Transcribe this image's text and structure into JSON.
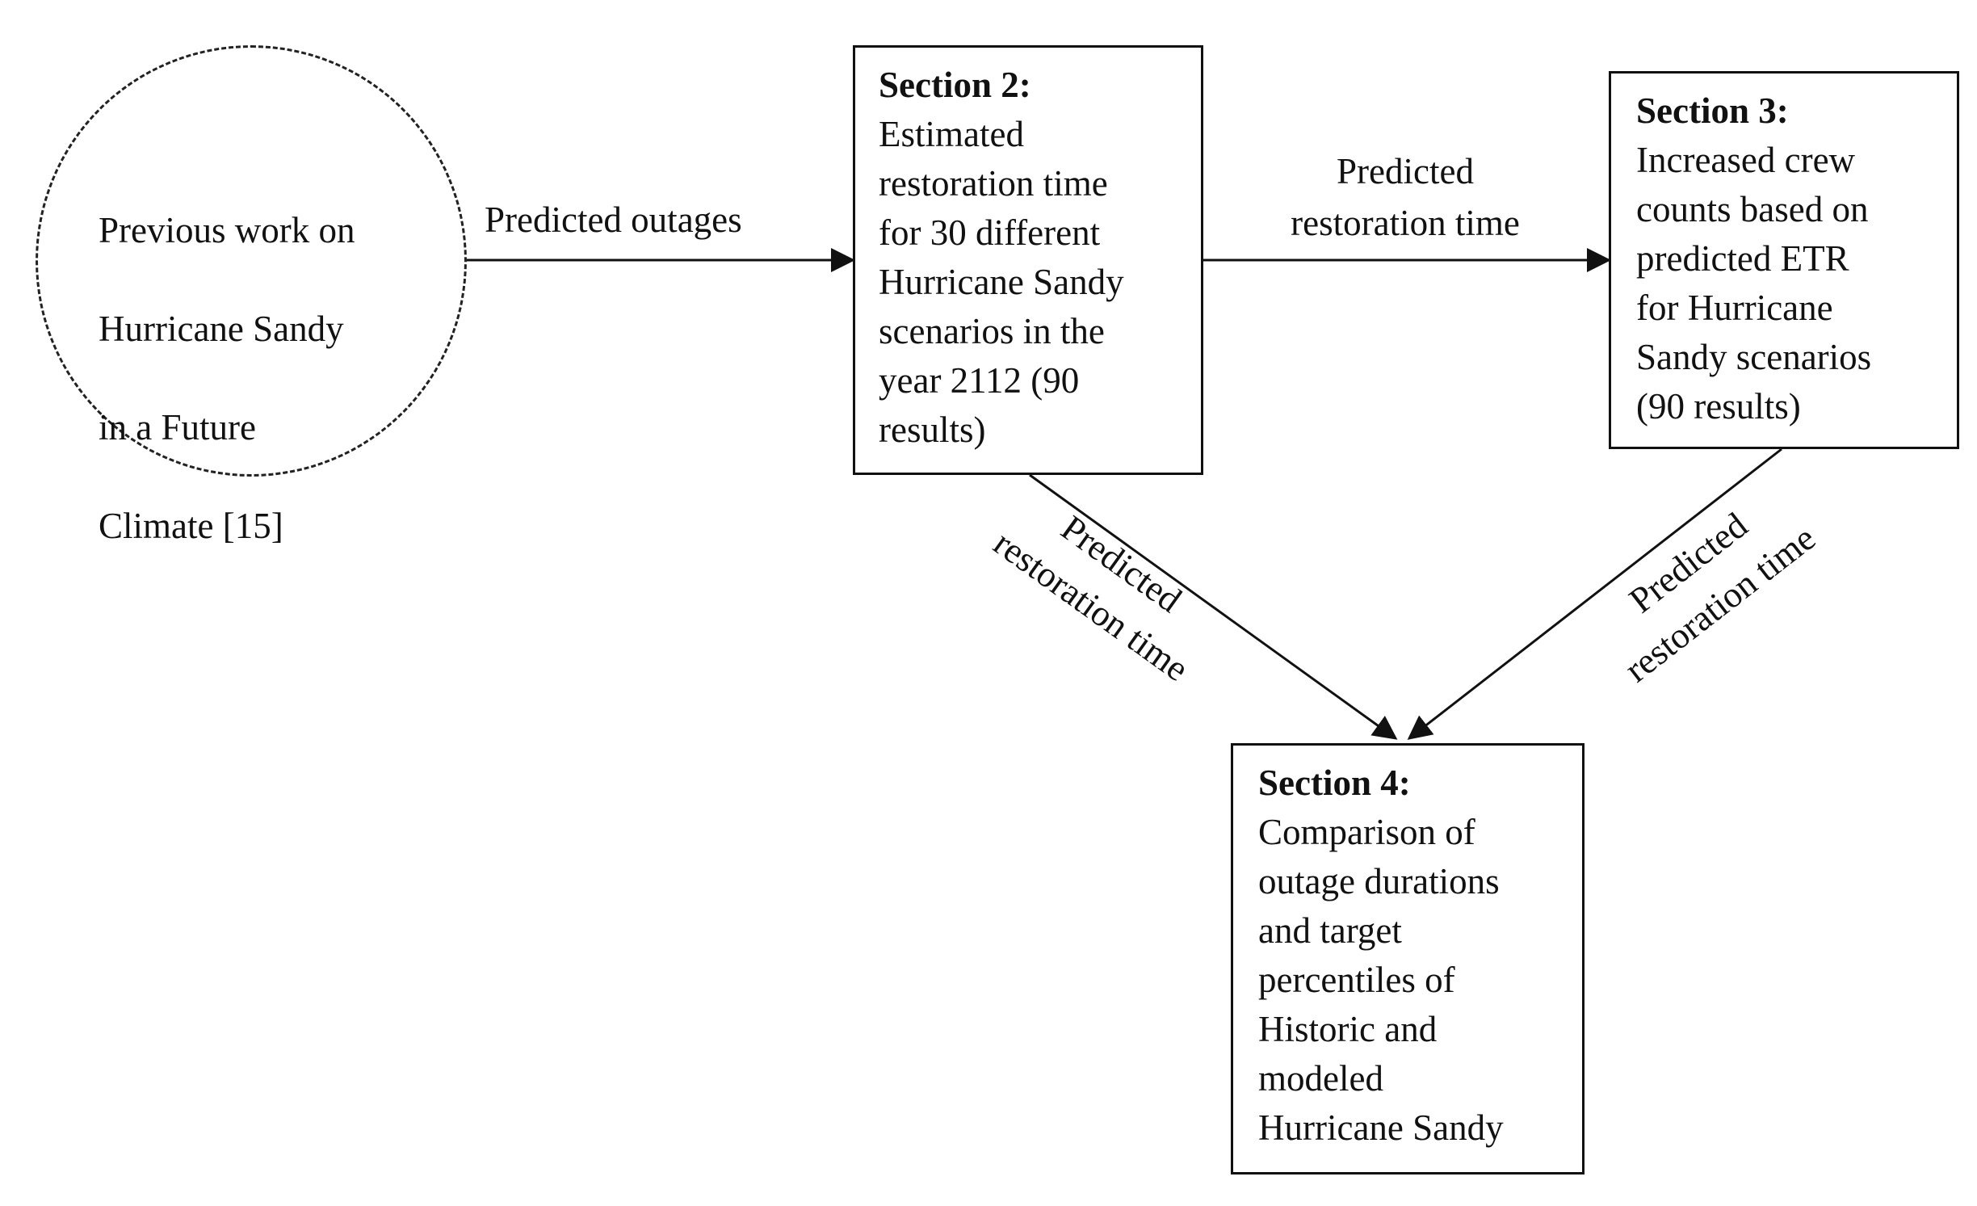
{
  "nodes": {
    "previous_work": {
      "lines": [
        "Previous work on",
        "Hurricane Sandy",
        "in a Future",
        "Climate [15]"
      ]
    },
    "section2": {
      "heading": "Section 2:",
      "lines": [
        "Estimated",
        "restoration time",
        "for 30 different",
        "Hurricane Sandy",
        "scenarios in the",
        "year 2112 (90",
        "results)"
      ]
    },
    "section3": {
      "heading": "Section 3:",
      "lines": [
        "Increased crew",
        "counts based on",
        "predicted ETR",
        "for Hurricane",
        "Sandy scenarios",
        "(90 results)"
      ]
    },
    "section4": {
      "heading": "Section 4:",
      "lines": [
        "Comparison of",
        "outage durations",
        "and target",
        "percentiles of",
        "Historic and",
        "modeled",
        "Hurricane Sandy"
      ]
    }
  },
  "edges": {
    "previous_to_s2": {
      "label_lines": [
        "Predicted outages"
      ]
    },
    "s2_to_s3": {
      "label_lines": [
        "Predicted",
        "restoration time"
      ]
    },
    "s2_to_s4": {
      "label_lines": [
        "Predicted",
        "restoration time"
      ]
    },
    "s3_to_s4": {
      "label_lines": [
        "Predicted",
        "restoration time"
      ]
    }
  },
  "colors": {
    "line": "#111111",
    "background": "#ffffff"
  }
}
